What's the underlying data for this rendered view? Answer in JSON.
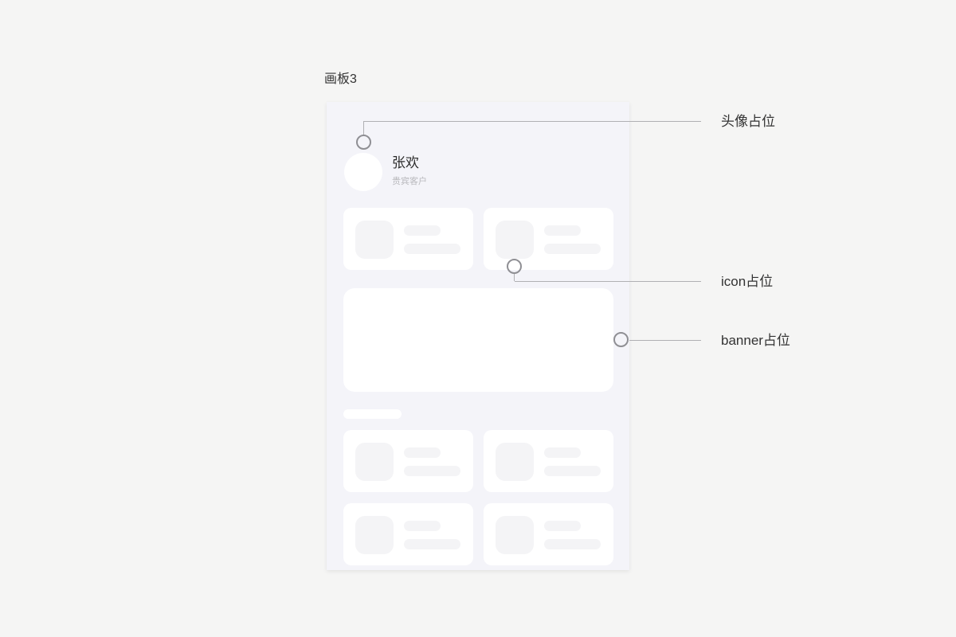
{
  "artboard": {
    "title": "画板3",
    "profile": {
      "name": "张欢",
      "subtitle": "贵宾客户"
    }
  },
  "annotations": {
    "avatar": {
      "label": "头像占位",
      "target": "avatar"
    },
    "icon": {
      "label": "icon占位",
      "target": "card-icon"
    },
    "banner": {
      "label": "banner占位",
      "target": "banner"
    }
  },
  "colors": {
    "page_bg": "#f5f5f4",
    "artboard_bg": "#f4f4f9",
    "card_bg": "#ffffff",
    "placeholder_fill": "#f4f4f6",
    "leader_line": "#b0b0b3",
    "marker_stroke": "#8f8f94",
    "annotation_text": "#333333",
    "name_text": "#2b2b2b",
    "subtitle_text": "#b9b9bd"
  }
}
